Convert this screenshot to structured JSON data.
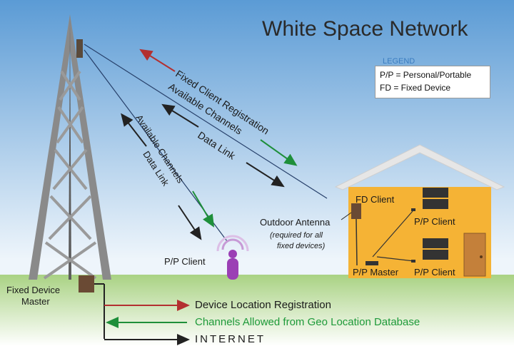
{
  "title": "White Space Network",
  "legend": {
    "heading": "LEGEND",
    "items": [
      "P/P = Personal/Portable",
      "FD =  Fixed Device"
    ]
  },
  "labels": {
    "fixed_device_master": [
      "Fixed Device",
      "Master"
    ],
    "pp_client_left": "P/P Client",
    "outdoor_antenna": "Outdoor Antenna",
    "outdoor_note": [
      "(required for all",
      "fixed devices)"
    ],
    "fd_client": "FD Client",
    "pp_client_upper": "P/P Client",
    "pp_client_lower": "P/P Client",
    "pp_master": "P/P Master"
  },
  "link_labels": {
    "fixed_registration": "Fixed Client Registration",
    "available_channels_fixed": "Available Channels",
    "data_link_fixed": "Data Link",
    "available_channels_pp": "Available Channels",
    "data_link_pp": "Data Link"
  },
  "bottom_flows": [
    {
      "label": "Device Location Registration",
      "color": "#b33030"
    },
    {
      "label": "Channels Allowed from Geo Location Database",
      "color": "#1e9a3a"
    },
    {
      "label": "INTERNET",
      "color": "#222222"
    }
  ],
  "colors": {
    "sky_top": "#5b9bd5",
    "sky_bottom": "#eef5fb",
    "grass": "#9cc87a",
    "house": "#f5b335",
    "roof": "#e8e8e8",
    "tower": "#7a7a7a",
    "red_arrow": "#b33030",
    "green_arrow": "#1e8f3a",
    "black_arrow": "#222222",
    "pp_device": "#9b3fb5"
  }
}
